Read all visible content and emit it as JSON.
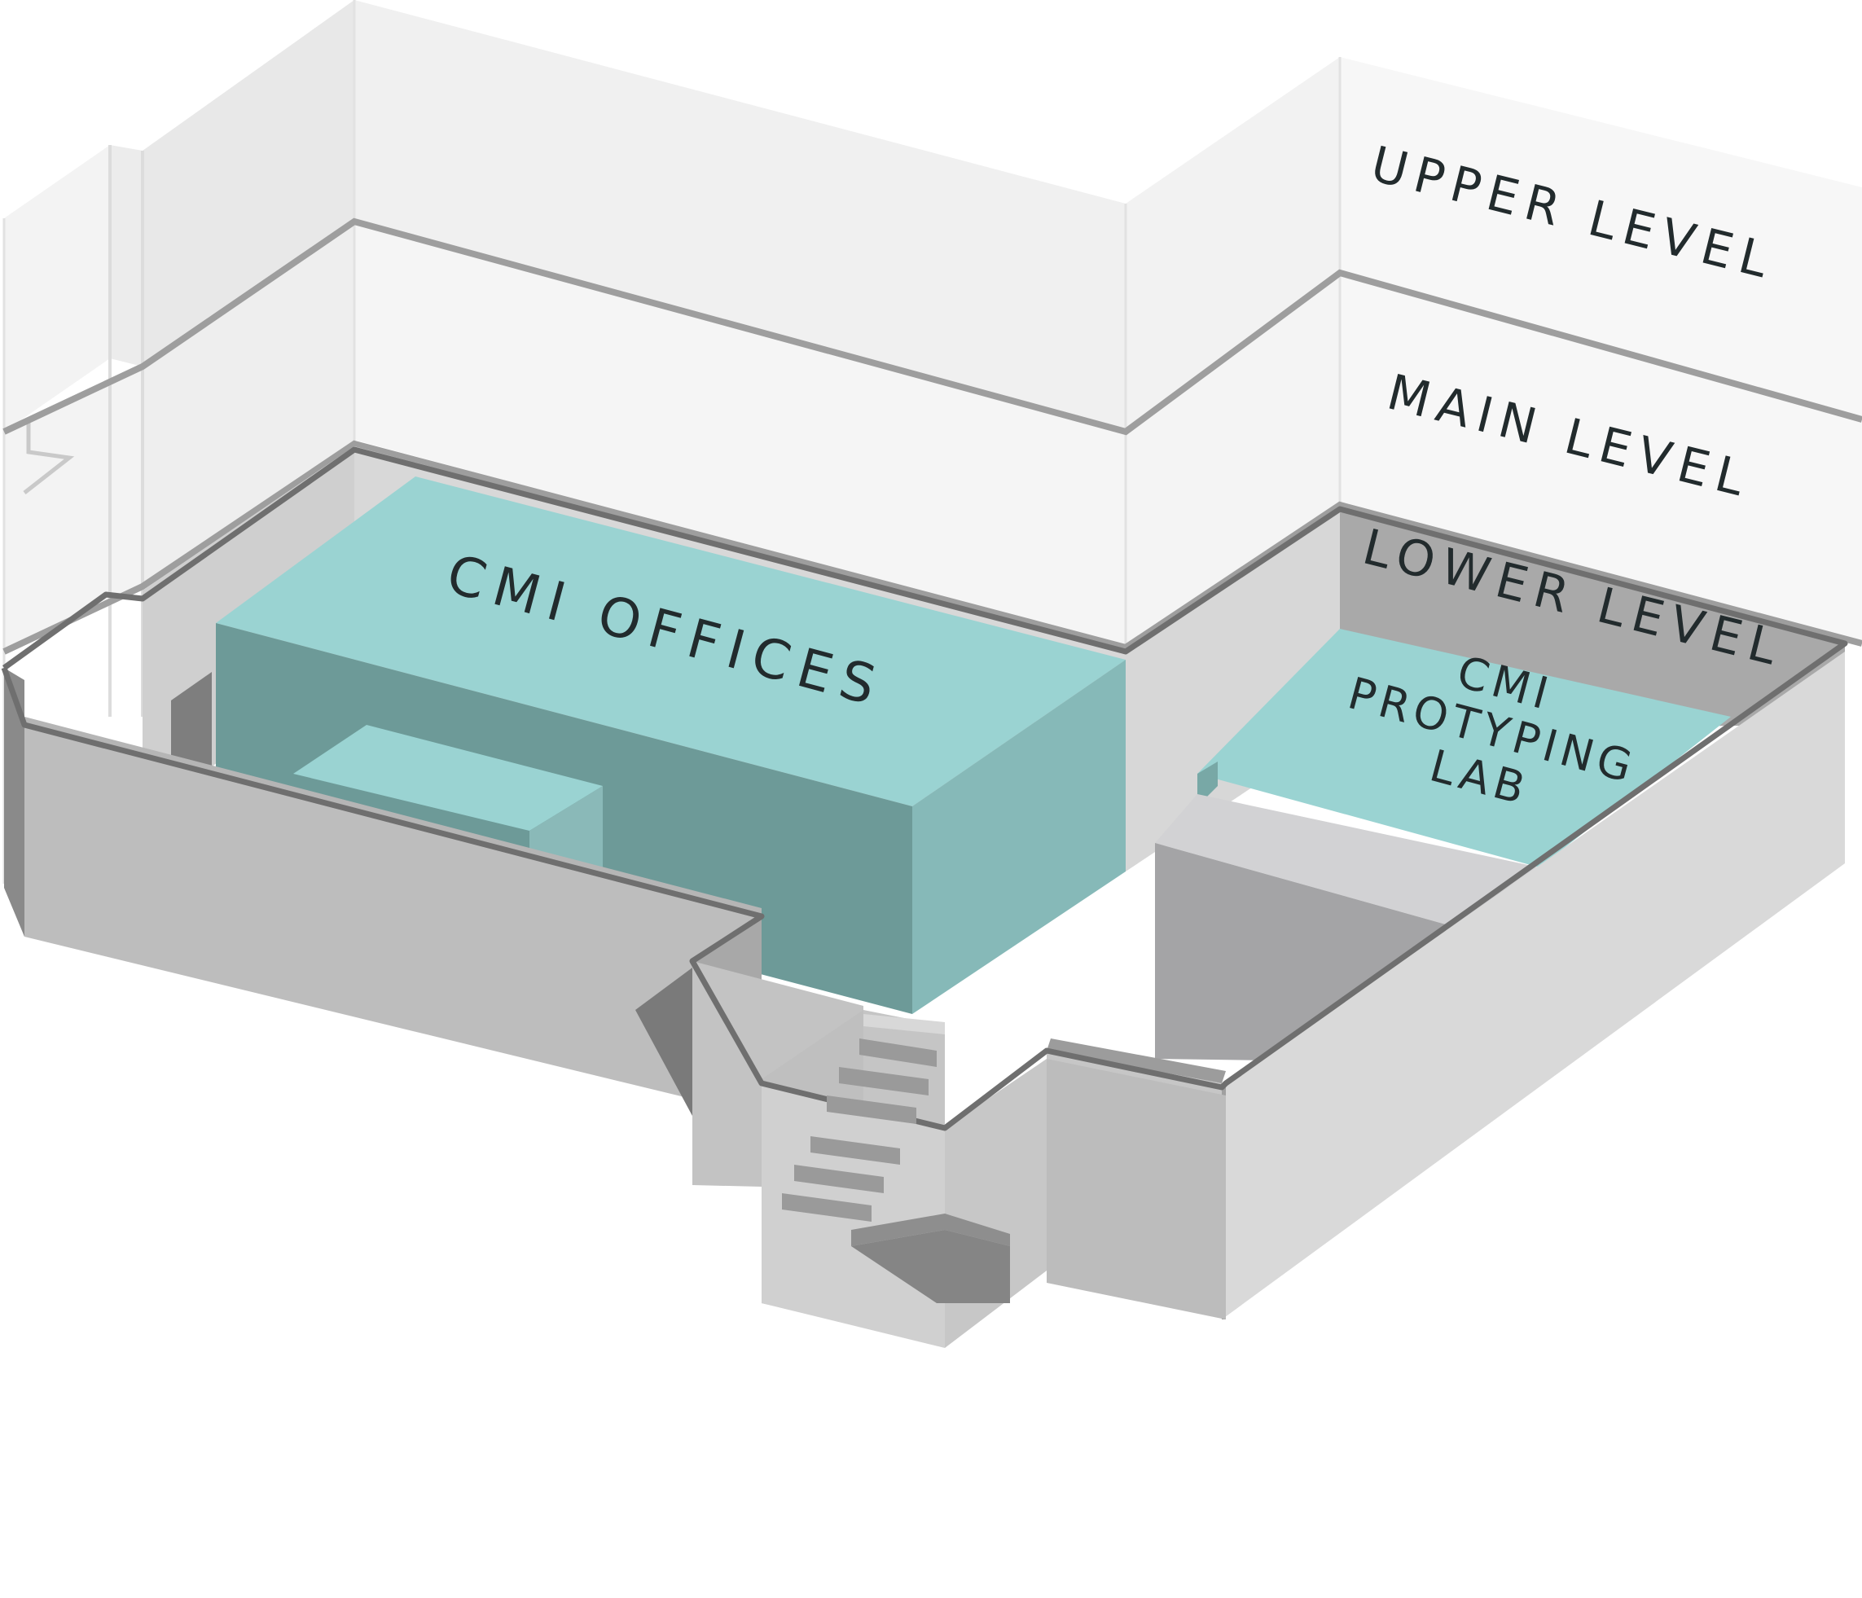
{
  "levels": {
    "upper": "UPPER LEVEL",
    "main": "MAIN LEVEL",
    "lower": "LOWER LEVEL"
  },
  "spaces": {
    "offices": "CMI OFFICES",
    "lab_line1": "CMI",
    "lab_line2": "PROTYPING",
    "lab_line3": "LAB"
  },
  "colors": {
    "teal": "#9ad3d2",
    "teal_dark": "#6d9a98",
    "wall": "#bdbdbd",
    "ghost": "#f1f1f1"
  }
}
